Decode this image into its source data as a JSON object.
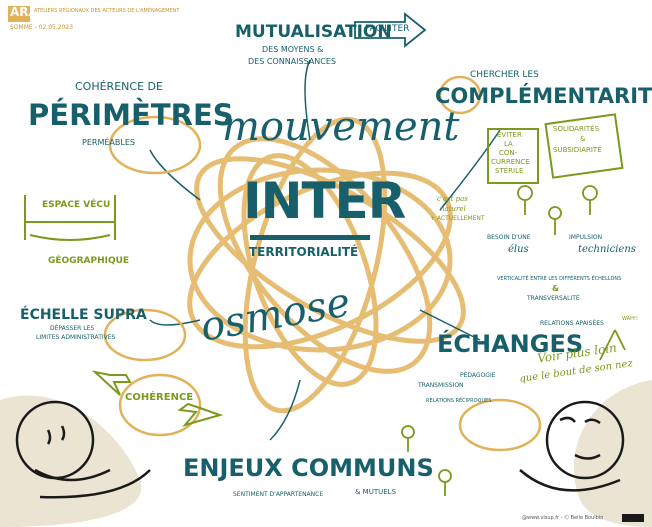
{
  "header": {
    "logo": "ARAA",
    "subtitle": "ATELIERS RÉGIONAUX DES ACTEURS DE L'AMÉNAGEMENT",
    "event": "SOMME - 02.05.2023"
  },
  "center": {
    "title": "INTER",
    "subtitle": "TERRITORIALITÉ",
    "word_mouvement": "mouvement",
    "word_osmose": "osmose"
  },
  "mutualisation": {
    "title": "MUTUALISATION",
    "line1": "DES MOYENS &",
    "line2": "DES CONNAISSANCES",
    "arrow_label": "FACILITER"
  },
  "perimetres": {
    "pre": "COHÉRENCE DE",
    "title": "PÉRIMÈTRES",
    "post": "PERMÉABLES",
    "espace": "ESPACE VÉCU",
    "geo": "GÉOGRAPHIQUE"
  },
  "echelle": {
    "title": "ÉCHELLE SUPRA",
    "line1": "DÉPASSER LES",
    "line2": "LIMITES ADMINISTRATIVES",
    "coherence": "COHÉRENCE"
  },
  "complementarites": {
    "pre": "CHERCHER LES",
    "title": "COMPLÉMENTARITÉS",
    "box1": [
      "ÉVITER",
      "LA",
      "CON-",
      "CURRENCE",
      "STÉRILE"
    ],
    "box2": [
      "SOLIDARITÉS",
      "&",
      "SUBSIDIARITÉ"
    ],
    "note1": "c'est pas",
    "note2": "naturel",
    "note3": "+ ACTUELLEMENT",
    "besoin": "BESOIN D'UNE",
    "elus": "élus",
    "impulsion": "IMPULSION",
    "techniciens": "techniciens",
    "verticalite": "VERTICALITÉ ENTRE LES DIFFÉRENTS ÉCHELLONS",
    "amp": "&",
    "transversalite": "TRANSVERSALITÉ",
    "relations": "RELATIONS APAISÉES"
  },
  "echanges": {
    "title": "ÉCHANGES",
    "pedagogie": "PÉDAGOGIE",
    "transmission": "TRANSMISSION",
    "reciproques": "RELATIONS RÉCIPROQUES",
    "voir1": "Voir plus loin",
    "voir2": "que le bout de son nez",
    "wah": "WAH!!"
  },
  "enjeux": {
    "title": "ENJEUX COMMUNS",
    "mutuels": "& MUTUELS",
    "sentiment": "SENTIMENT D'APPARTENANCE"
  },
  "footer": {
    "credit": "@www.visup.fr - Ⓒ Belle Boulbin"
  },
  "colors": {
    "teal": "#17606b",
    "green": "#7a9a1c",
    "ochre": "#e2b25a"
  }
}
